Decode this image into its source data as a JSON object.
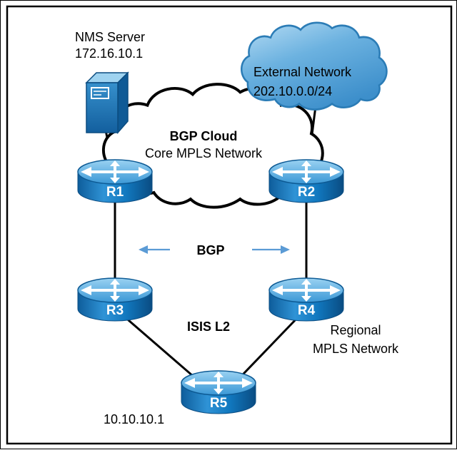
{
  "diagram": {
    "nms_server": {
      "name": "NMS Server",
      "ip": "172.16.10.1"
    },
    "external_network": {
      "name": "External Network",
      "subnet": "202.10.0.0/24"
    },
    "bgp_cloud": {
      "title": "BGP Cloud",
      "subtitle": "Core MPLS Network"
    },
    "routers": {
      "r1": "R1",
      "r2": "R2",
      "r3": "R3",
      "r4": "R4",
      "r5": "R5"
    },
    "labels": {
      "bgp": "BGP",
      "isis": "ISIS L2",
      "regional_line1": "Regional",
      "regional_line2": "MPLS Network",
      "r5_ip": "10.10.10.1"
    },
    "colors": {
      "router_blue": "#1a79c0",
      "cloud_fill": "#5aa7da",
      "cloud_stroke": "#2b7cb6",
      "line": "#000000",
      "arrow": "#5b9bd5",
      "border": "#000000",
      "background": "#ffffff"
    }
  }
}
